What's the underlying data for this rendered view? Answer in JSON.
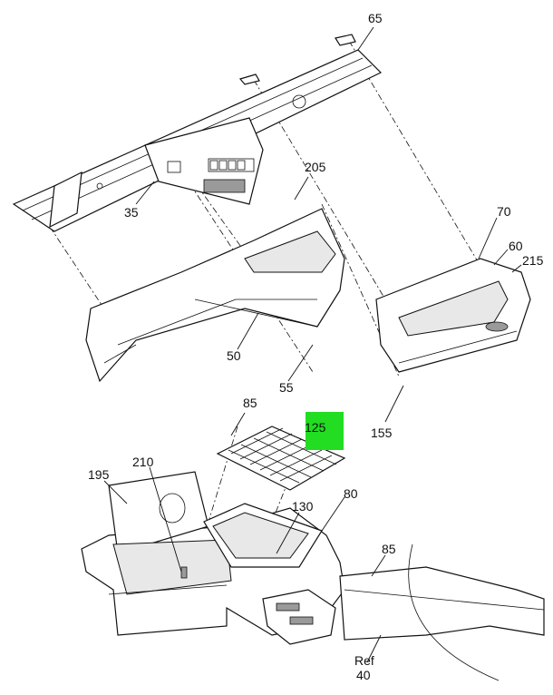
{
  "diagram": {
    "highlight_color": "#22dd22",
    "callouts": {
      "c65": "65",
      "c35": "35",
      "c205": "205",
      "c70": "70",
      "c60": "60",
      "c215": "215",
      "c50": "50",
      "c55": "55",
      "c155": "155",
      "c85_top": "85",
      "c125": "125",
      "c195": "195",
      "c210": "210",
      "c130": "130",
      "c80": "80",
      "c85_right": "85",
      "c_ref": "Ref",
      "c40": "40"
    }
  }
}
